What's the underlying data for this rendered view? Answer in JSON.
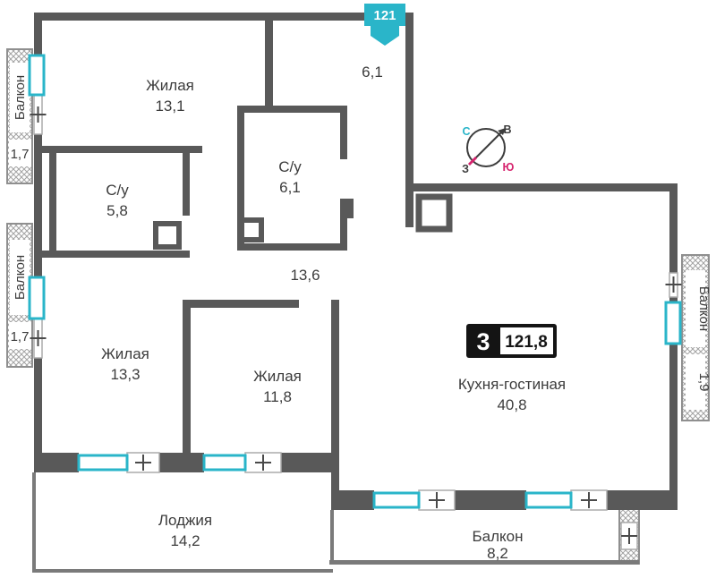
{
  "plan": {
    "apartment_number": "121",
    "badge": {
      "rooms": "3",
      "area": "121,8"
    },
    "compass": {
      "n": "С",
      "e": "В",
      "w": "З",
      "s": "Ю"
    },
    "labels": {
      "living1": {
        "name": "Жилая",
        "area": "13,1"
      },
      "hall": {
        "area": "6,1"
      },
      "bath1": {
        "name": "С/у",
        "area": "6,1"
      },
      "bath2": {
        "name": "С/у",
        "area": "5,8"
      },
      "corridor": {
        "area": "13,6"
      },
      "living2": {
        "name": "Жилая",
        "area": "13,3"
      },
      "living3": {
        "name": "Жилая",
        "area": "11,8"
      },
      "kitchen": {
        "name": "Кухня-гостиная",
        "area": "40,8"
      },
      "loggia": {
        "name": "Лоджия",
        "area": "14,2"
      },
      "balcony_bottom": {
        "name": "Балкон",
        "area": "8,2"
      },
      "balcony_left_top": {
        "name": "Балкон",
        "area": "1,7"
      },
      "balcony_left_mid": {
        "name": "Балкон",
        "area": "1,7"
      },
      "balcony_right": {
        "name": "Балкон",
        "area": "1,9"
      }
    },
    "colors": {
      "wall": "#595959",
      "window": "#2ab5c9",
      "accent_teal": "#2ab5c9",
      "south_red": "#d6246e"
    }
  }
}
